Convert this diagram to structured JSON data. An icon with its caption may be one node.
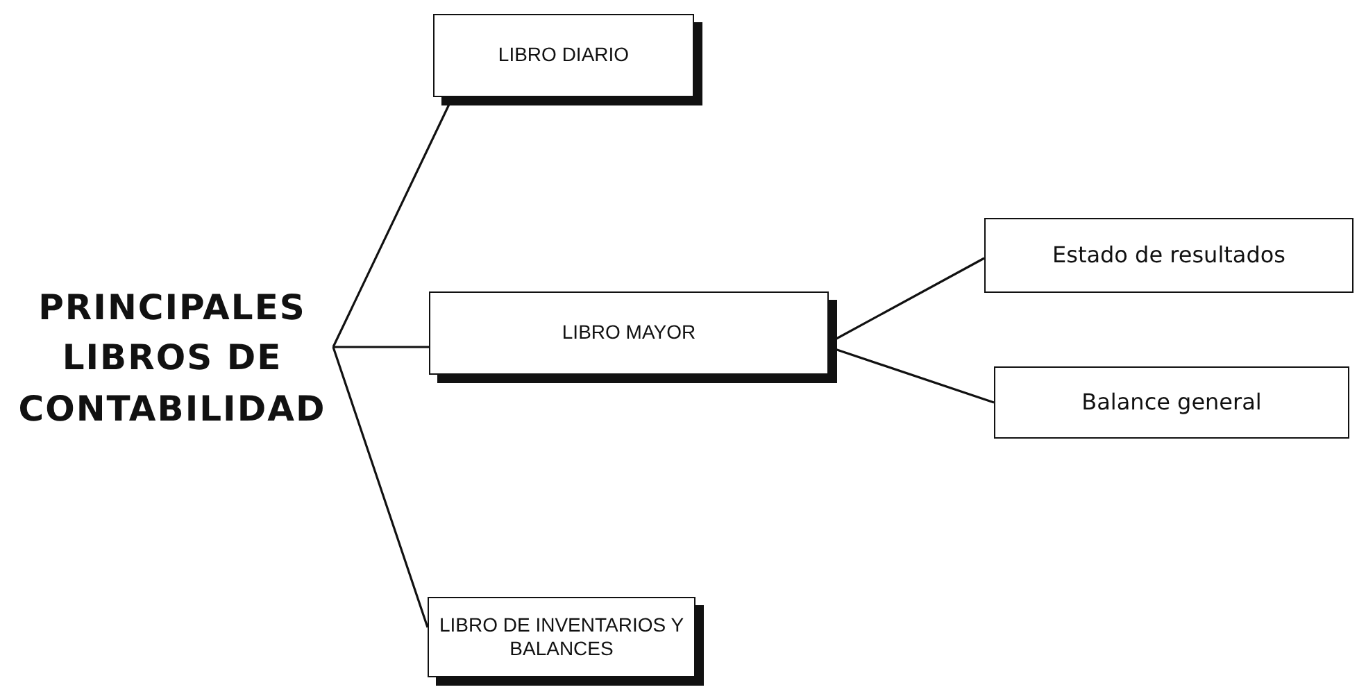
{
  "diagram": {
    "nodes": [
      {
        "text": [
          "PRINCIPALES LIBROS DE CONTABILIDAD"
        ]
      },
      {
        "text": [
          "LIBRO DIARIO"
        ]
      },
      {
        "text": [
          "LIBRO MAYOR"
        ]
      },
      {
        "text": [
          "LIBRO DE INVENTARIOS Y BALANCES"
        ]
      },
      {
        "text": [
          "Estado de resultados"
        ]
      },
      {
        "text": [
          "Balance general"
        ]
      }
    ],
    "edges": [
      {
        "from": 0,
        "to": 1,
        "arrow": "none"
      },
      {
        "from": 0,
        "to": 2,
        "arrow": "none"
      },
      {
        "from": 0,
        "to": 3,
        "arrow": "none"
      },
      {
        "from": 2,
        "to": 4,
        "arrow": "none"
      },
      {
        "from": 2,
        "to": 5,
        "arrow": "none"
      }
    ]
  }
}
